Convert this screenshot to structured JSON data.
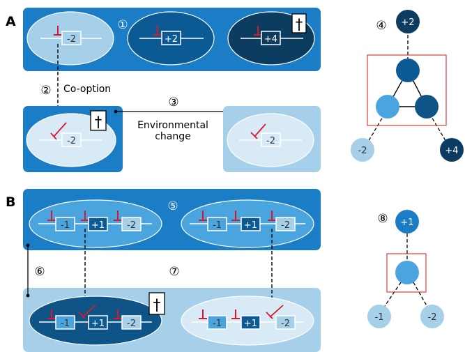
{
  "panels": {
    "a_label": "A",
    "b_label": "B"
  },
  "steps": {
    "s1": "①",
    "s2": "②",
    "s3": "③",
    "s4": "④",
    "s5": "⑤",
    "s6": "⑥",
    "s7": "⑦",
    "s8": "⑧"
  },
  "texts": {
    "co_option": "Co-option",
    "env_change_line1": "Environmental",
    "env_change_line2": "change"
  },
  "a_top_cells": [
    "-2",
    "+2",
    "+4"
  ],
  "a_bottom_cells": [
    "-2",
    "-2"
  ],
  "b_top_left": [
    "-1",
    "+1",
    "-2"
  ],
  "b_top_right": [
    "-1",
    "+1",
    "-2"
  ],
  "b_bottom_left": [
    "-1",
    "+1",
    "-2"
  ],
  "b_bottom_right": [
    "-1",
    "+1",
    "-2"
  ],
  "tree_a": {
    "top": "+2",
    "left": "-2",
    "right": "+4"
  },
  "tree_b": {
    "top": "+1",
    "left": "-1",
    "right": "-2"
  },
  "symbols": {
    "dagger": "†"
  },
  "colors": {
    "blue_mid": "#1a7dc6",
    "blue_light": "#a6cfea",
    "blue_dark": "#0c5a93",
    "navy": "#0c3d61",
    "dark_ellipse": "#0e5486",
    "sky": "#4aa4dd",
    "repressor": "#d7192c",
    "tree_box": "#e23b3b"
  }
}
